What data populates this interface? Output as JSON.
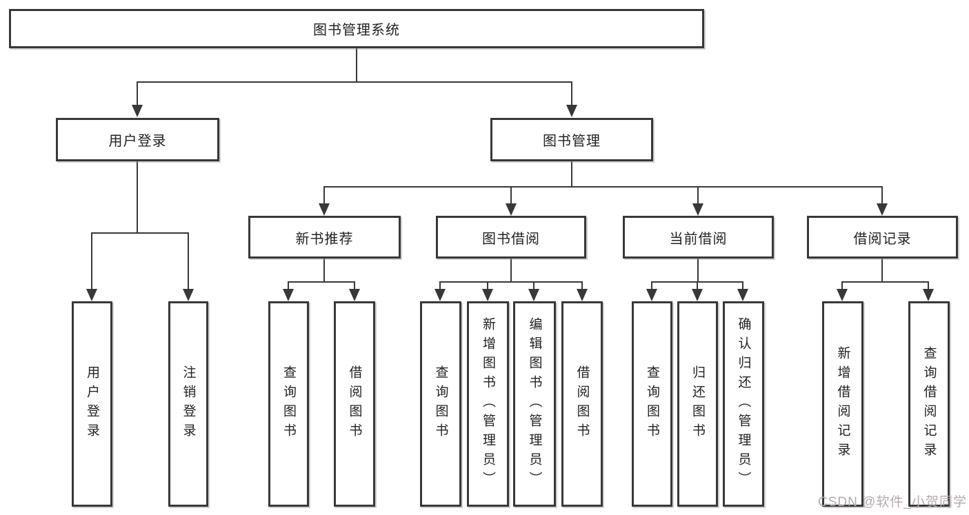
{
  "diagram": {
    "root": {
      "label": "图书管理系统"
    },
    "level2": {
      "user_login": {
        "label": "用户登录"
      },
      "book_mgmt": {
        "label": "图书管理"
      }
    },
    "level3": {
      "new_book": {
        "label": "新书推荐"
      },
      "book_borrow": {
        "label": "图书借阅"
      },
      "current_borrow": {
        "label": "当前借阅"
      },
      "borrow_record": {
        "label": "借阅记录"
      }
    },
    "leaves": {
      "user_login_leaf": {
        "label": "用户登录"
      },
      "logout": {
        "label": "注销登录"
      },
      "newbook_query": {
        "label": "查询图书"
      },
      "newbook_borrow": {
        "label": "借阅图书"
      },
      "borrow_query": {
        "label": "查询图书"
      },
      "borrow_add": {
        "label": "新增图书（管理员）"
      },
      "borrow_edit": {
        "label": "编辑图书（管理员）"
      },
      "borrow_borrow": {
        "label": "借阅图书"
      },
      "current_query": {
        "label": "查询图书"
      },
      "current_return": {
        "label": "归还图书"
      },
      "current_confirm": {
        "label": "确认归还（管理员）"
      },
      "record_add": {
        "label": "新增借阅记录"
      },
      "record_query": {
        "label": "查询借阅记录"
      }
    }
  },
  "watermark": {
    "text": "CSDN @软件_小贺同学"
  },
  "colors": {
    "line": "#383838",
    "text": "#222222",
    "background": "#ffffff",
    "watermark": "#b5abab"
  }
}
